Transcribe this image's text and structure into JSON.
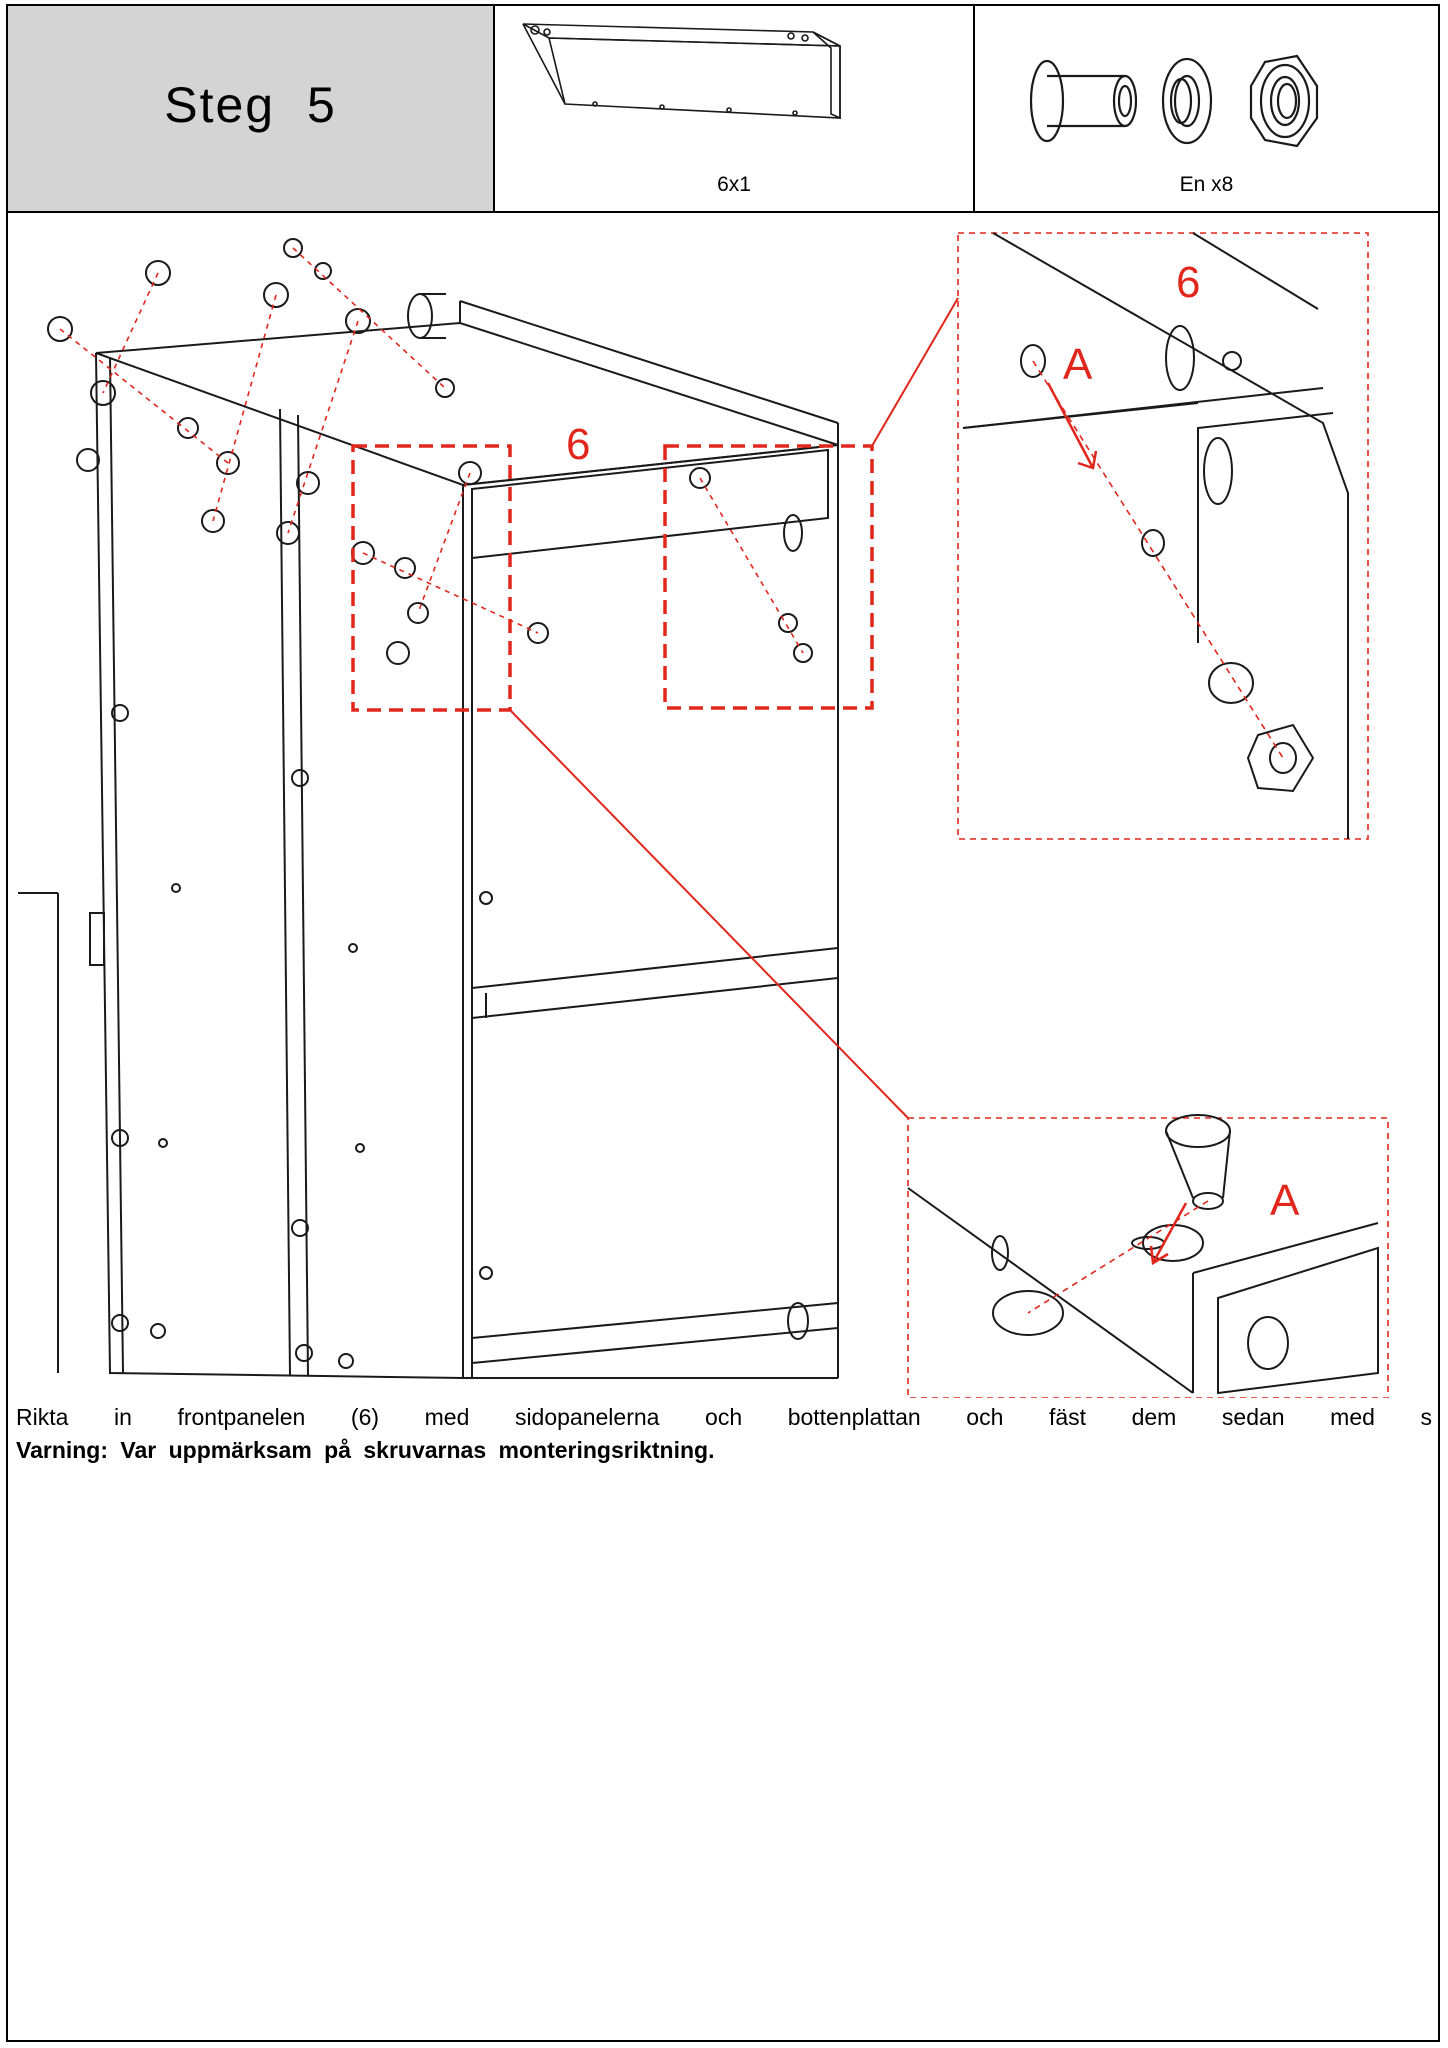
{
  "header": {
    "step_title": "Steg 5",
    "parts": [
      {
        "caption": "6x1"
      },
      {
        "caption": "En  x8"
      }
    ]
  },
  "drawing": {
    "callouts": {
      "part_number_main": "6",
      "part_number_detail": "6",
      "screw_label_top": "A",
      "screw_label_bottom": "A"
    },
    "colors": {
      "accent": "#e1261c",
      "line": "#1a1a1a"
    }
  },
  "instructions": {
    "text": "Rikta in frontpanelen (6) med sidopanelerna och bottenplattan och fäst dem sedan med s",
    "warning": "Varning: Var uppmärksam på skruvarnas monteringsriktning."
  }
}
